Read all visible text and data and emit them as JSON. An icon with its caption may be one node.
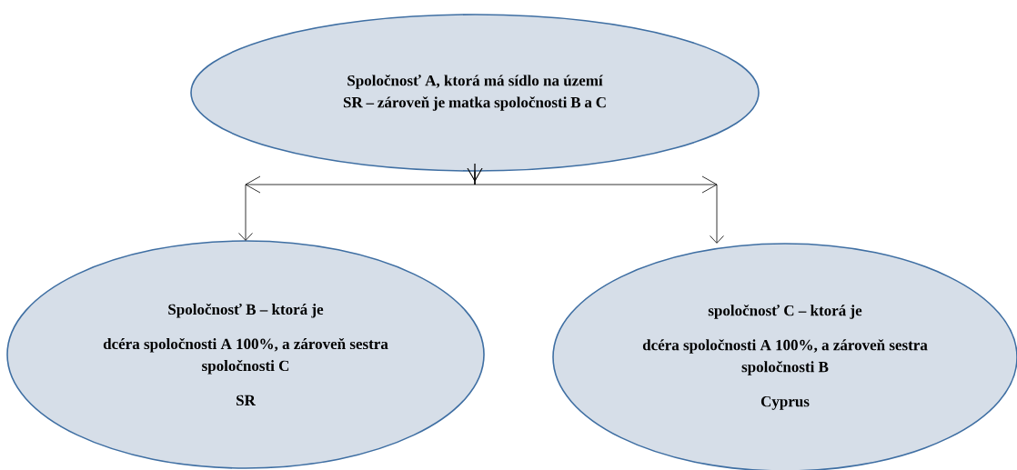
{
  "diagram": {
    "nodes": [
      {
        "text": [
          "Spoločnosť A, ktorá má sídlo na území SR – zároveň je matka spoločnosti B a C"
        ]
      },
      {
        "text": [
          "Spoločnosť B – ktorá je",
          "dcéra spoločnosti A 100%, a zároveň sestra spoločnosti C",
          "SR"
        ]
      },
      {
        "text": [
          "spoločnosť C – ktorá je",
          "dcéra spoločnosti A 100%, a zároveň sestra spoločnosti B",
          "Cyprus"
        ]
      }
    ],
    "edges": [
      {
        "from": 0,
        "to": 1,
        "arrow": "to"
      },
      {
        "from": 0,
        "to": 2,
        "arrow": "to"
      }
    ]
  }
}
